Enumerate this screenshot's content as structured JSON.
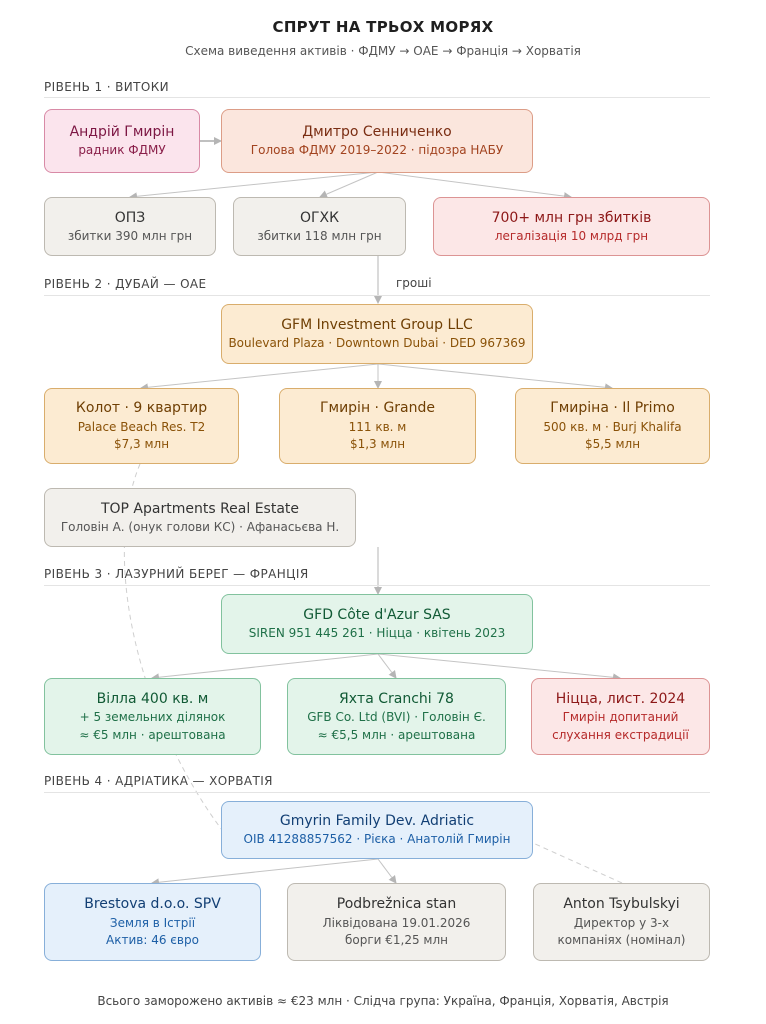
{
  "title": "СПРУТ НА ТРЬОХ МОРЯХ",
  "subtitle": "Схема виведення активів · ФДМУ → ОАЕ → Франція → Хорватія",
  "levels": {
    "l1": "РІВЕНЬ 1 · ВИТОКИ",
    "l2": "РІВЕНЬ 2 · ДУБАЙ — ОАЕ",
    "l3": "РІВЕНЬ 3 · ЛАЗУРНИЙ БЕРЕГ — ФРАНЦІЯ",
    "l4": "РІВЕНЬ 4 · АДРІАТИКА — ХОРВАТІЯ"
  },
  "nodes": {
    "gmyrin_a": {
      "title": "Андрій Гмирін",
      "lines": [
        "радник ФДМУ"
      ]
    },
    "sennychenko": {
      "title": "Дмитро Сенниченко",
      "lines": [
        "Голова ФДМУ 2019–2022 · підозра НАБУ"
      ]
    },
    "opz": {
      "title": "ОПЗ",
      "lines": [
        "збитки 390 млн грн"
      ]
    },
    "oghk": {
      "title": "ОГХК",
      "lines": [
        "збитки 118 млн грн"
      ]
    },
    "losses": {
      "title": "700+ млн грн збитків",
      "lines": [
        "легалізація 10 млрд грн"
      ]
    },
    "gfm": {
      "title": "GFM Investment Group LLC",
      "lines": [
        "Boulevard Plaza · Downtown Dubai · DED 967369"
      ]
    },
    "kolot": {
      "title": "Колот · 9 квартир",
      "lines": [
        "Palace Beach Res. T2",
        "$7,3 млн"
      ]
    },
    "grande": {
      "title": "Гмирін · Grande",
      "lines": [
        "111 кв. м",
        "$1,3 млн"
      ]
    },
    "ilprimo": {
      "title": "Гмиріна · Il Primo",
      "lines": [
        "500 кв. м · Burj Khalifa",
        "$5,5 млн"
      ]
    },
    "top": {
      "title": "TOP Apartments Real Estate",
      "lines": [
        "Головін А. (онук голови КС) · Афанасьєва Н."
      ]
    },
    "gfd": {
      "title": "GFD Côte d'Azur SAS",
      "lines": [
        "SIREN 951 445 261 · Ніцца · квітень 2023"
      ]
    },
    "villa": {
      "title": "Вілла 400 кв. м",
      "lines": [
        "+ 5 земельних ділянок",
        "≈ €5 млн · арештована"
      ]
    },
    "yacht": {
      "title": "Яхта Cranchi 78",
      "lines": [
        "GFB Co. Ltd (BVI) · Головін Є.",
        "≈ €5,5 млн · арештована"
      ]
    },
    "nice": {
      "title": "Ніцца, лист. 2024",
      "lines": [
        "Гмирін допитаний",
        "слухання екстрадиції"
      ]
    },
    "adriatic": {
      "title": "Gmyrin Family Dev. Adriatic",
      "lines": [
        "OIB 41288857562 · Рієка · Анатолій Гмирін"
      ]
    },
    "brestova": {
      "title": "Brestova d.o.o. SPV",
      "lines": [
        "Земля в Істрії",
        "Актив: 46 євро"
      ]
    },
    "podbreznica": {
      "title": "Podbrežnica stan",
      "lines": [
        "Ліквідована 19.01.2026",
        "борги €1,25 млн"
      ]
    },
    "anton": {
      "title": "Anton Tsybulskyi",
      "lines": [
        "Директор у 3-х",
        "компаніях (номінал)"
      ]
    }
  },
  "edge_label": "гроші",
  "footer": "Всього заморожено активів ≈ €23 млн · Слідча група: Україна, Франція, Хорватія, Австрія",
  "colors": {
    "edge": "#bdbdbd",
    "dashed_edge": "#d0d0d0"
  }
}
